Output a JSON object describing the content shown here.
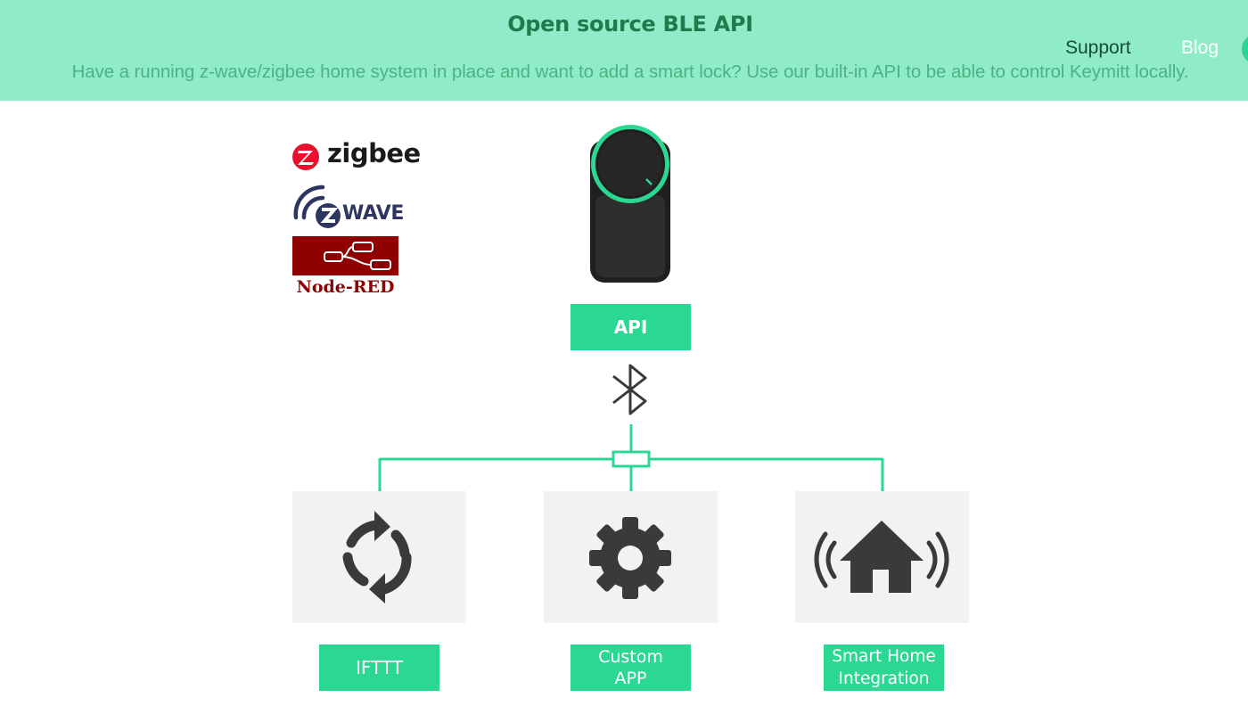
{
  "banner": {
    "title": "Open source BLE API",
    "subtitle": "Have a running z-wave/zigbee home system in place and want to add a smart lock? Use our built-in API to be able to control Keymitt locally.",
    "bg_color": "#90ecc8"
  },
  "nav": {
    "support": "Support",
    "blog": "Blog"
  },
  "logos": {
    "zigbee": "zigbee",
    "zwave": "WAVE",
    "nodered": "Node-RED"
  },
  "diagram": {
    "api_label": "API",
    "bluetooth_icon": "bluetooth-icon",
    "lock_icon": "smart-lock-device",
    "accent_color": "#2bd893",
    "nodes": [
      {
        "label": "IFTTT",
        "icon": "sync-arrows-icon"
      },
      {
        "label_line1": "Custom",
        "label_line2": "APP",
        "icon": "gear-icon"
      },
      {
        "label_line1": "Smart Home",
        "label_line2": "Integration",
        "icon": "home-signal-icon"
      }
    ]
  }
}
